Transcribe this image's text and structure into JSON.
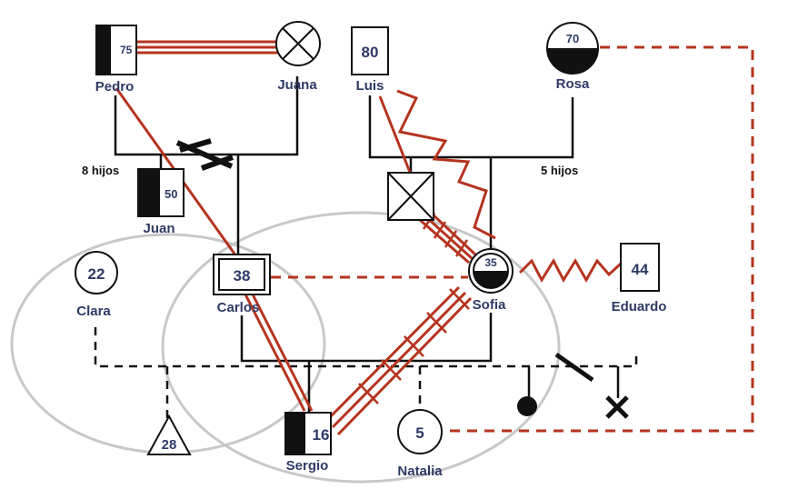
{
  "people": {
    "pedro": {
      "name": "Pedro",
      "age": "75"
    },
    "juana": {
      "name": "Juana"
    },
    "luis": {
      "name": "Luis",
      "age": "80"
    },
    "rosa": {
      "name": "Rosa",
      "age": "70"
    },
    "juan": {
      "name": "Juan",
      "age": "50"
    },
    "carlos": {
      "name": "Carlos",
      "age": "38"
    },
    "sofia": {
      "name": "Sofia",
      "age": "35"
    },
    "eduardo": {
      "name": "Eduardo",
      "age": "44"
    },
    "clara": {
      "name": "Clara",
      "age": "22"
    },
    "sergio": {
      "name": "Sergio",
      "age": "16"
    },
    "natalia": {
      "name": "Natalia",
      "age": "5"
    },
    "unknown_child": {
      "age": "28"
    }
  },
  "siblings": {
    "pedro_juana": "8 hijos",
    "luis_rosa": "5 hijos"
  },
  "colors": {
    "line": "#111111",
    "conflict": "#b5341f",
    "household": "#c8c8c8",
    "text": "#2e3a66"
  }
}
